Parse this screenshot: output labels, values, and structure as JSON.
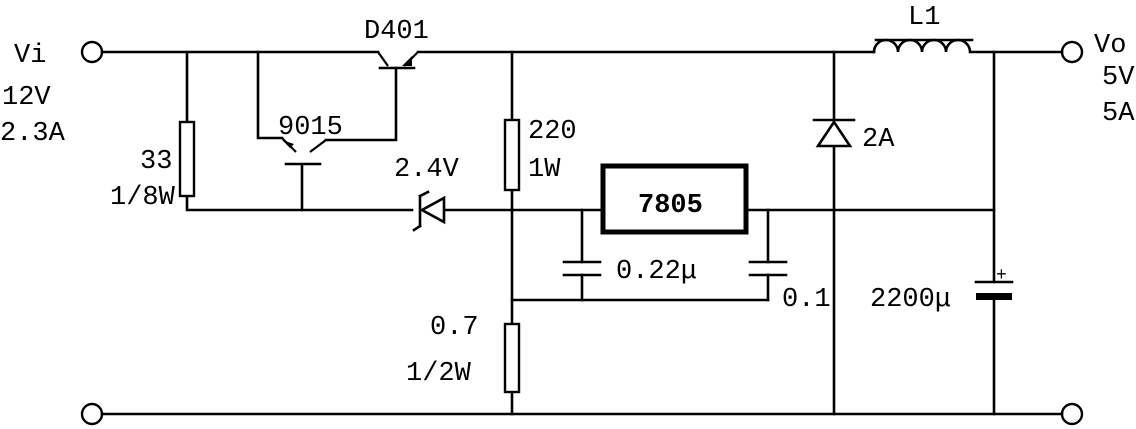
{
  "input": {
    "label": "Vi",
    "voltage": "12V",
    "current": "2.3A"
  },
  "output": {
    "label": "Vo",
    "voltage": "5V",
    "current": "5A"
  },
  "components": {
    "r_33": {
      "value": "33",
      "power": "1/8W"
    },
    "q_9015": {
      "name": "9015"
    },
    "q_d401": {
      "name": "D401"
    },
    "zener": {
      "value": "2.4V"
    },
    "r_220": {
      "value": "220",
      "power": "1W"
    },
    "regulator": {
      "name": "7805"
    },
    "c_022": {
      "value": "0.22μ"
    },
    "c_01": {
      "value": "0.1"
    },
    "r_07": {
      "value": "0.7",
      "power": "1/2W"
    },
    "diode_2a": {
      "value": "2A"
    },
    "inductor": {
      "name": "L1"
    },
    "c_2200": {
      "value": "2200μ",
      "polarity": "+"
    }
  }
}
